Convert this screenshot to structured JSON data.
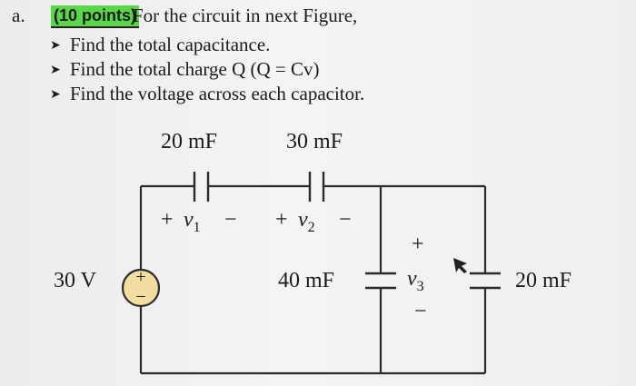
{
  "question": {
    "letter": "a.",
    "points": "(10 points)",
    "text": "For the circuit in next Figure,",
    "bullets": [
      "Find the total capacitance.",
      "Find the total charge Q (Q = Cv)",
      "Find the voltage across each capacitor."
    ]
  },
  "circuit": {
    "c1_label": "20 mF",
    "c2_label": "30 mF",
    "c3_label": "40 mF",
    "c4_label": "20 mF",
    "source_label": "30 V",
    "plus": "+",
    "minus": "−",
    "v1": "v",
    "v1_sub": "1",
    "v2": "v",
    "v2_sub": "2",
    "v3": "v",
    "v3_sub": "3"
  },
  "colors": {
    "highlight": "#5ad64a",
    "source_fill": "#f4dda0"
  }
}
